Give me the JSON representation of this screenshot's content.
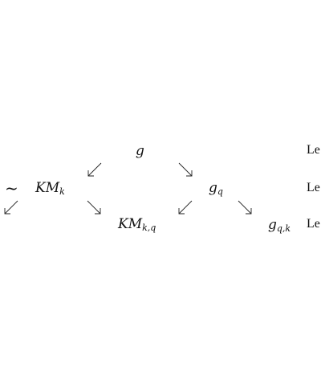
{
  "nodes": {
    "g": "g",
    "km_base": "KM",
    "km_sub": "k",
    "g_q_base": "g",
    "g_q_sub": "q",
    "kmkq_base": "KM",
    "kmkq_sub": "k,q",
    "gqk_base": "g",
    "gqk_sub": "q,k",
    "tilde": "~"
  },
  "levels": [
    "Le",
    "Le",
    "Le"
  ]
}
